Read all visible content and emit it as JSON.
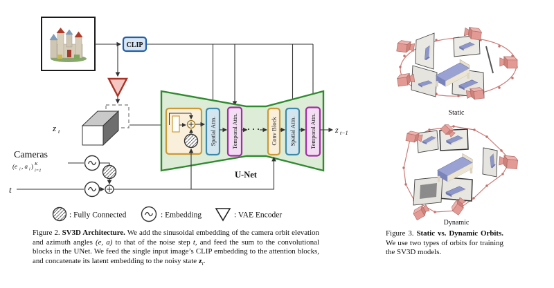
{
  "figure2": {
    "diagram": {
      "clip": "CLIP",
      "zt": {
        "base": "z",
        "sub": "t"
      },
      "ztm1": {
        "base": "z",
        "sub": "t−1"
      },
      "cameras": "Cameras",
      "formula": {
        "p1": "(e",
        "s1": "i",
        "p2": ", a",
        "s2": "i",
        "p3": ")",
        "sup": "K",
        "sub": "i=1"
      },
      "t": "t",
      "unet": "U-Net",
      "dots": "· · ·",
      "spatial": "Spatial Attn.",
      "temporal": "Temporal Attn.",
      "conv": "Conv Block",
      "legend": {
        "fc": ": Fully Connected",
        "emb": ": Embedding",
        "vae": ": VAE Encoder"
      }
    },
    "caption": {
      "label": "Figure 2.",
      "title": "SV3D Architecture.",
      "b1": "We add the sinusoidal embedding of the camera orbit elevation and azimuth angles ",
      "m1": "(e, a)",
      "b2": " to that of the noise step ",
      "m2": "t",
      "b3": ", and feed the sum to the convolutional blocks in the UNet. We feed the single input image’s CLIP embedding to the attention blocks, and concatenate its latent embedding to the noisy state ",
      "m3base": "z",
      "m3sub": "t",
      "b4": "."
    }
  },
  "figure3": {
    "static_label": "Static",
    "dynamic_label": "Dynamic",
    "caption": {
      "label": "Figure 3.",
      "title": "Static vs. Dynamic Orbits.",
      "b1": "We use two types of orbits for training the SV3D models."
    }
  },
  "colors": {
    "clip_fill": "#d7e5f4",
    "clip_border": "#1f5fa8",
    "vae_fill": "#f4c7c3",
    "vae_border": "#a93226",
    "unet_fill": "#ddecd7",
    "unet_border": "#2f8b2f",
    "conv_fill": "#f9efda",
    "conv_border": "#cc9933",
    "spatial_fill": "#d3e6ef",
    "spatial_border": "#3d89ab",
    "temporal_fill": "#f3ddf3",
    "temporal_border": "#a62ba6",
    "orbit_line": "#cc7b76",
    "camera_pink": "#e39a94",
    "plane_fill": "#eae8e2",
    "bed_blue": "#98a1d0",
    "bed_frame": "#ece5d3"
  }
}
